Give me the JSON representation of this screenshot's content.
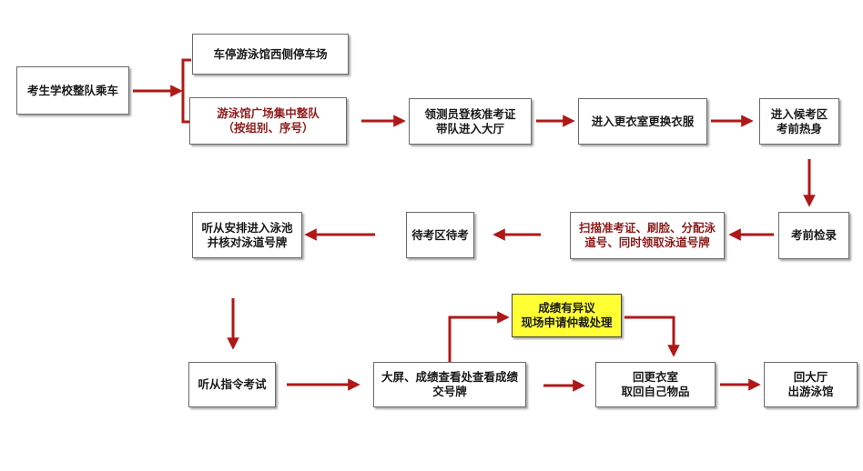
{
  "nodes": {
    "board_bus": [
      "考生学校整队乘车"
    ],
    "parking": [
      "车停游泳馆西侧停车场"
    ],
    "assemble": [
      "游泳馆广场集中整队",
      "（按组别、序号）"
    ],
    "check_in": [
      "领测员登核准考证",
      "带队进入大厅"
    ],
    "change": [
      "进入更衣室更换衣服"
    ],
    "waiting_warmup": [
      "进入候考区",
      "考前热身"
    ],
    "pre_check": [
      "考前检录"
    ],
    "scan": [
      "扫描准考证、刷脸、分配泳",
      "道号、同时领取泳道号牌"
    ],
    "wait": [
      "待考区待考"
    ],
    "enter_pool": [
      "听从安排进入泳池",
      "并核对泳道号牌"
    ],
    "exam": [
      "听从指令考试"
    ],
    "results": [
      "大屏、成绩查看处查看成绩",
      "交号牌"
    ],
    "appeal": [
      "成绩有异议",
      "现场申请仲裁处理"
    ],
    "locker": [
      "回更衣室",
      "取回自己物品"
    ],
    "exit": [
      "回大厅",
      "出游泳馆"
    ]
  },
  "colors": {
    "arrow": "#b01818",
    "red_text": "#8e1b1b",
    "highlight": "#ffff33"
  }
}
